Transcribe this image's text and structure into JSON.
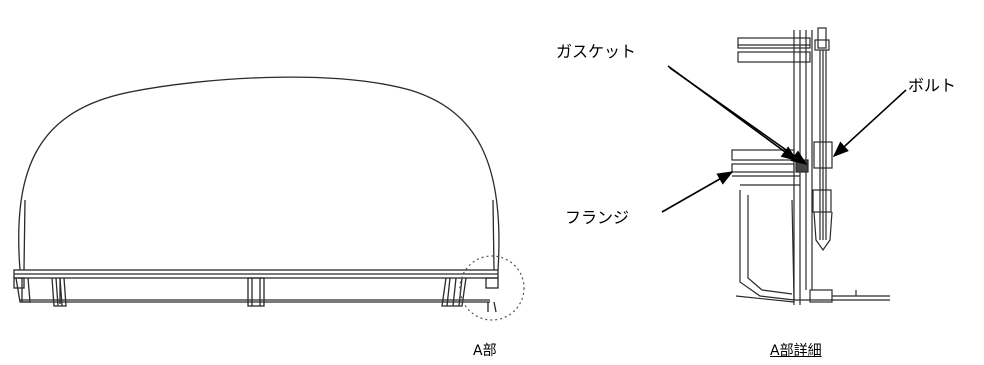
{
  "labels": {
    "gasket": "ガスケット",
    "bolt": "ボルト",
    "flange": "フランジ",
    "part_a": "A部",
    "part_a_detail": "A部詳細"
  },
  "colors": {
    "line": "#2a2a2a",
    "arrow": "#000000",
    "background": "#ffffff"
  }
}
